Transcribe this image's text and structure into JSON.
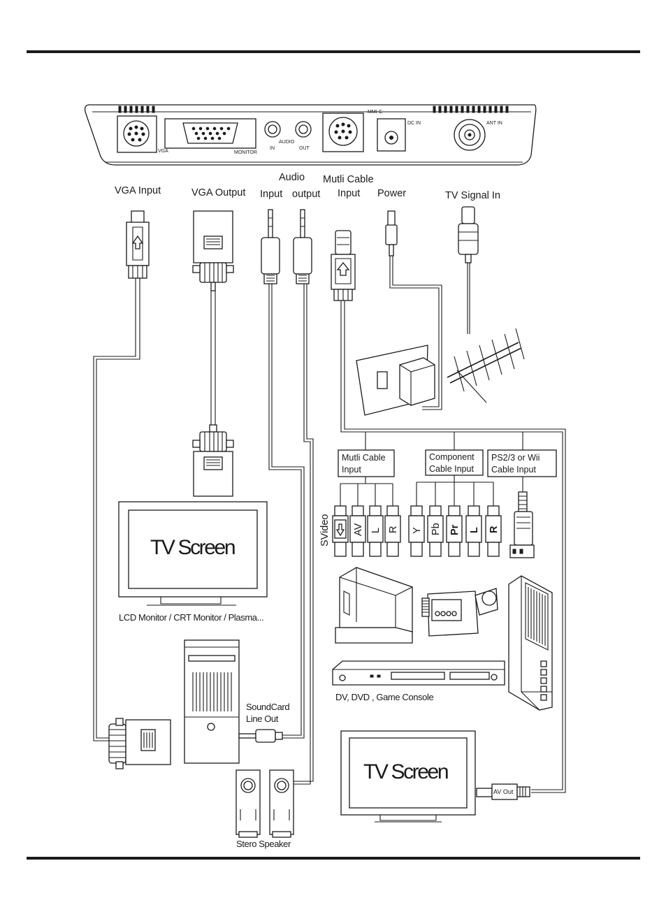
{
  "device_panel": {
    "port_labels": {
      "vga": "VGA",
      "monitor": "MONITOR",
      "audio": "AUDIO",
      "audio_in": "IN",
      "audio_out": "OUT",
      "mmi_c": "MMI-C",
      "dc_in": "DC IN",
      "ant_in": "ANT IN"
    }
  },
  "connector_labels": {
    "vga_input": "VGA Input",
    "vga_output": "VGA Output",
    "audio": "Audio",
    "audio_input": "Input",
    "audio_output": "output",
    "multi_cable_line1": "Mutli Cable",
    "multi_cable_line2": "Input",
    "power": "Power",
    "tv_signal_in": "TV Signal In"
  },
  "breakout_boxes": {
    "multi_cable_line1": "Mutli Cable",
    "multi_cable_line2": "Input",
    "component_line1": "Component",
    "component_line2": "Cable Input",
    "ps2_wii_line1": "PS2/3  or Wii",
    "ps2_wii_line2": "Cable Input"
  },
  "plug_labels": {
    "svideo": "SVideo",
    "av": "AV",
    "l": "L",
    "r": "R",
    "y": "Y",
    "pb": "Pb",
    "pr": "Pr",
    "l2": "L",
    "r2": "R"
  },
  "devices": {
    "tv_screen_top": "TV Screen",
    "monitor_caption": "LCD Monitor / CRT Monitor / Plasma...",
    "soundcard_line1": "SoundCard",
    "soundcard_line2": "Line Out",
    "speaker_caption": "Stero Speaker",
    "consoles_caption": "DV, DVD , Game Console",
    "tv_screen_bottom": "TV Screen",
    "av_out": "AV Out"
  }
}
